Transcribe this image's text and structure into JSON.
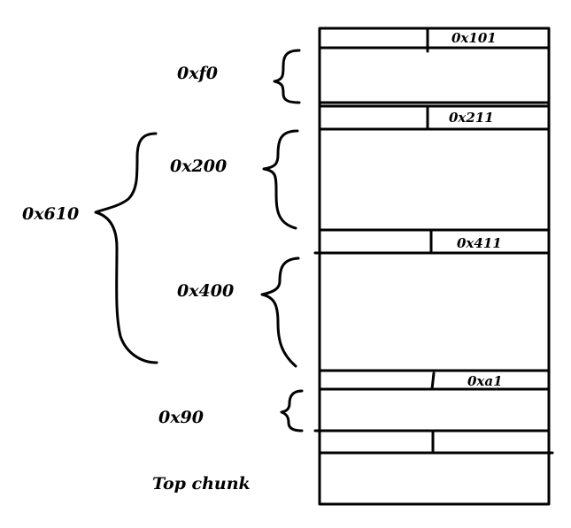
{
  "chunks": [
    {
      "header": "0x101",
      "size_label": "0xf0"
    },
    {
      "header": "0x211",
      "size_label": "0x200"
    },
    {
      "header": "0x411",
      "size_label": "0x400"
    },
    {
      "header": "0xa1",
      "size_label": "0x90"
    }
  ],
  "combined_label": "0x610",
  "top_chunk_label": "Top chunk"
}
